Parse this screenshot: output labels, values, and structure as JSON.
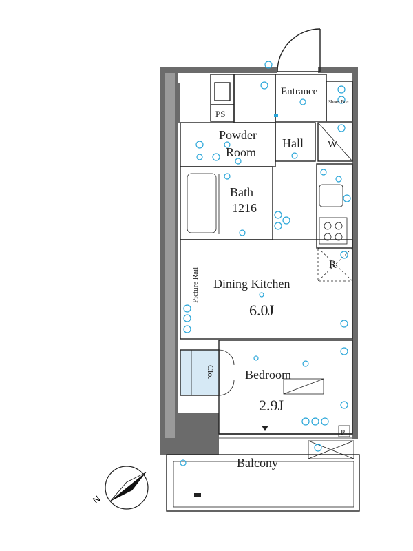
{
  "rooms": {
    "entrance": "Entrance",
    "shoes_box": "Shoes Box",
    "ps": "PS",
    "powder_room_line1": "Powder",
    "powder_room_line2": "Room",
    "hall": "Hall",
    "washer": "W",
    "bath_line1": "Bath",
    "bath_line2": "1216",
    "refrigerator": "R",
    "picture_rail": "Picture Rail",
    "dining_kitchen": "Dining Kitchen",
    "dining_kitchen_size": "6.0J",
    "closet": "Clo.",
    "bedroom": "Bedroom",
    "bedroom_size": "2.9J",
    "balcony": "Balcony",
    "p_mark": "P"
  },
  "compass": {
    "north_label": "N"
  },
  "colors": {
    "wall": "#6b6b6b",
    "fixture": "#2aa6d9",
    "closet_fill": "#d6e9f5"
  }
}
